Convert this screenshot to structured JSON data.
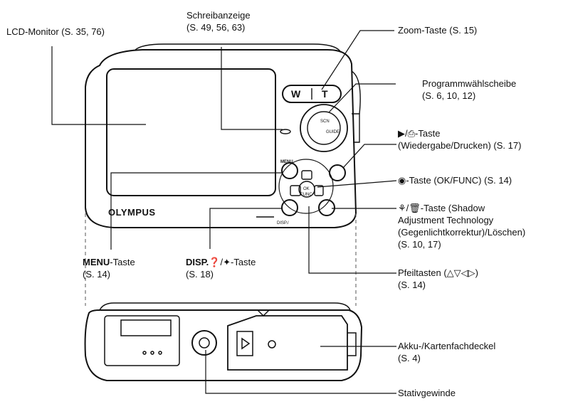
{
  "labels": {
    "lcd": "LCD-Monitor (S. 35, 76)",
    "schreib_title": "Schreibanzeige",
    "schreib_pages": "(S. 49, 56, 63)",
    "zoom": "Zoom-Taste (S. 15)",
    "prog_title": "Programmwählscheibe",
    "prog_pages": "(S. 6, 10, 12)",
    "play_suffix": "-Taste",
    "play_line2": "(Wiedergabe/Drucken) (S. 17)",
    "ok_text": "-Taste (OK/FUNC)  (S. 14)",
    "shadow_line1": "-Taste (Shadow",
    "shadow_line2": "Adjustment Technology",
    "shadow_line3": "(Gegenlichtkorrektur)/Löschen)",
    "shadow_line4": "(S. 10, 17)",
    "menu_bold": "MENU",
    "menu_suffix": "-Taste",
    "menu_pages": "(S. 14)",
    "disp_bold": "DISP.",
    "disp_suffix": "-Taste",
    "disp_pages": "(S. 18)",
    "arrow_title": "Pfeiltasten (",
    "arrow_close": ")",
    "arrow_pages": "(S. 14)",
    "akku_title": "Akku-/Kartenfachdeckel",
    "akku_pages": "(S. 4)",
    "stativ": "Stativgewinde"
  },
  "camera": {
    "brand": "OLYMPUS",
    "zoom_w": "W",
    "zoom_t": "T",
    "menu_btn_label": "MENU",
    "disp_btn_label": "DISP./",
    "ok_line1": "OK",
    "ok_line2": "FUNC",
    "dial_labels": [
      "SCN",
      "GUIDE"
    ]
  },
  "colors": {
    "line": "#111111",
    "body_fill": "#ffffff",
    "screen_fill": "#ffffff",
    "dashed": "#555555"
  }
}
